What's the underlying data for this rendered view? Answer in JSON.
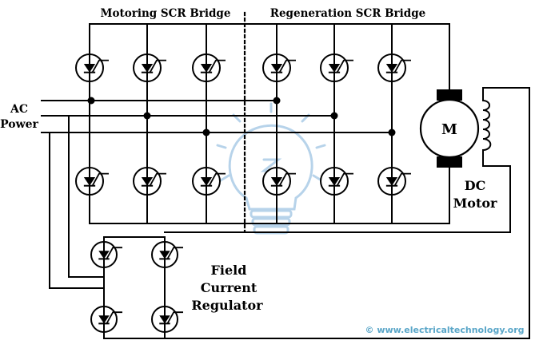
{
  "labels": {
    "motoring_bridge": "Motoring SCR Bridge",
    "regeneration_bridge": "Regeneration SCR Bridge",
    "ac_line1": "AC",
    "ac_line2": "Power",
    "motor_symbol": "M",
    "dc_motor_line1": "DC",
    "dc_motor_line2": "Motor",
    "regulator_line1": "Field",
    "regulator_line2": "Current",
    "regulator_line3": "Regulator"
  },
  "watermark": "© www.electricaltechnology.org",
  "colors": {
    "line": "#000000",
    "watermark": "#5aa6c8",
    "bulb": "#b7d3ea"
  },
  "icons": [
    "thyristor-icon",
    "dc-motor-icon",
    "field-coil-icon",
    "lightbulb-watermark-icon"
  ]
}
